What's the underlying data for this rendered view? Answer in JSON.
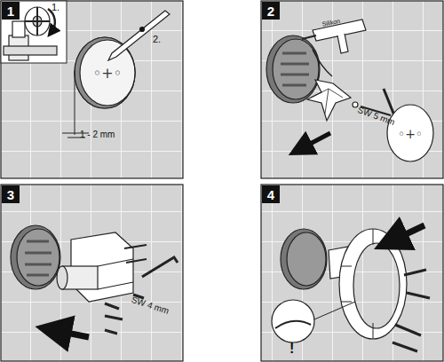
{
  "diagram": {
    "nodes": [
      {
        "text": [
          "1"
        ]
      },
      {
        "text": [
          "2"
        ]
      },
      {
        "text": [
          "3"
        ]
      },
      {
        "text": [
          "4"
        ]
      }
    ],
    "labels": [
      "1.",
      "2.",
      "1 - 2 mm",
      "Silikon",
      "SW 5 mm",
      "SW 4 mm",
      "!"
    ]
  }
}
